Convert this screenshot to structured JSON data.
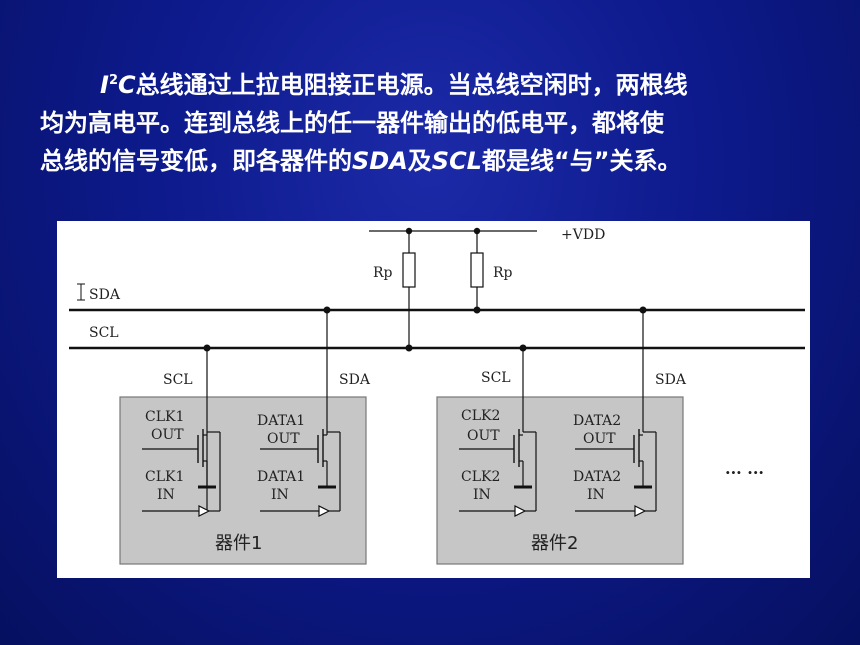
{
  "slide": {
    "line1_i": "I",
    "line1_sup": "2",
    "line1_c": "C",
    "line1_rest": "总线通过上拉电阻接正电源。当总线空闲时，两根线",
    "line2": "均为高电平。连到总线上的任一器件输出的低电平，都将使",
    "line3_a": "总线的信号变低，即各器件的",
    "line3_sda": "SDA",
    "line3_b": "及",
    "line3_scl": "SCL",
    "line3_c": "都是线“与”关系。"
  },
  "diagram": {
    "vdd_label": "+VDD",
    "resistors": [
      "Rp",
      "Rp"
    ],
    "bus_sda": "SDA",
    "bus_scl": "SCL",
    "devices": [
      {
        "name": "器件1",
        "pin_scl": "SCL",
        "pin_sda": "SDA",
        "clk_out": [
          "CLK1",
          "OUT"
        ],
        "clk_in": [
          "CLK1",
          "IN"
        ],
        "data_out": [
          "DATA1",
          "OUT"
        ],
        "data_in": [
          "DATA1",
          "IN"
        ]
      },
      {
        "name": "器件2",
        "pin_scl": "SCL",
        "pin_sda": "SDA",
        "clk_out": [
          "CLK2",
          "OUT"
        ],
        "clk_in": [
          "CLK2",
          "IN"
        ],
        "data_out": [
          "DATA2",
          "OUT"
        ],
        "data_in": [
          "DATA2",
          "IN"
        ]
      }
    ],
    "ellipsis": "... ..."
  }
}
